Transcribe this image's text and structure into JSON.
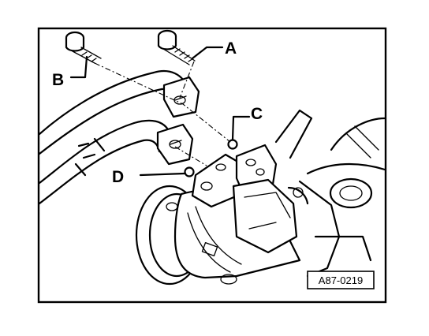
{
  "labels": {
    "a": "A",
    "b": "B",
    "c": "C",
    "d": "D"
  },
  "reference": "A87-0219"
}
